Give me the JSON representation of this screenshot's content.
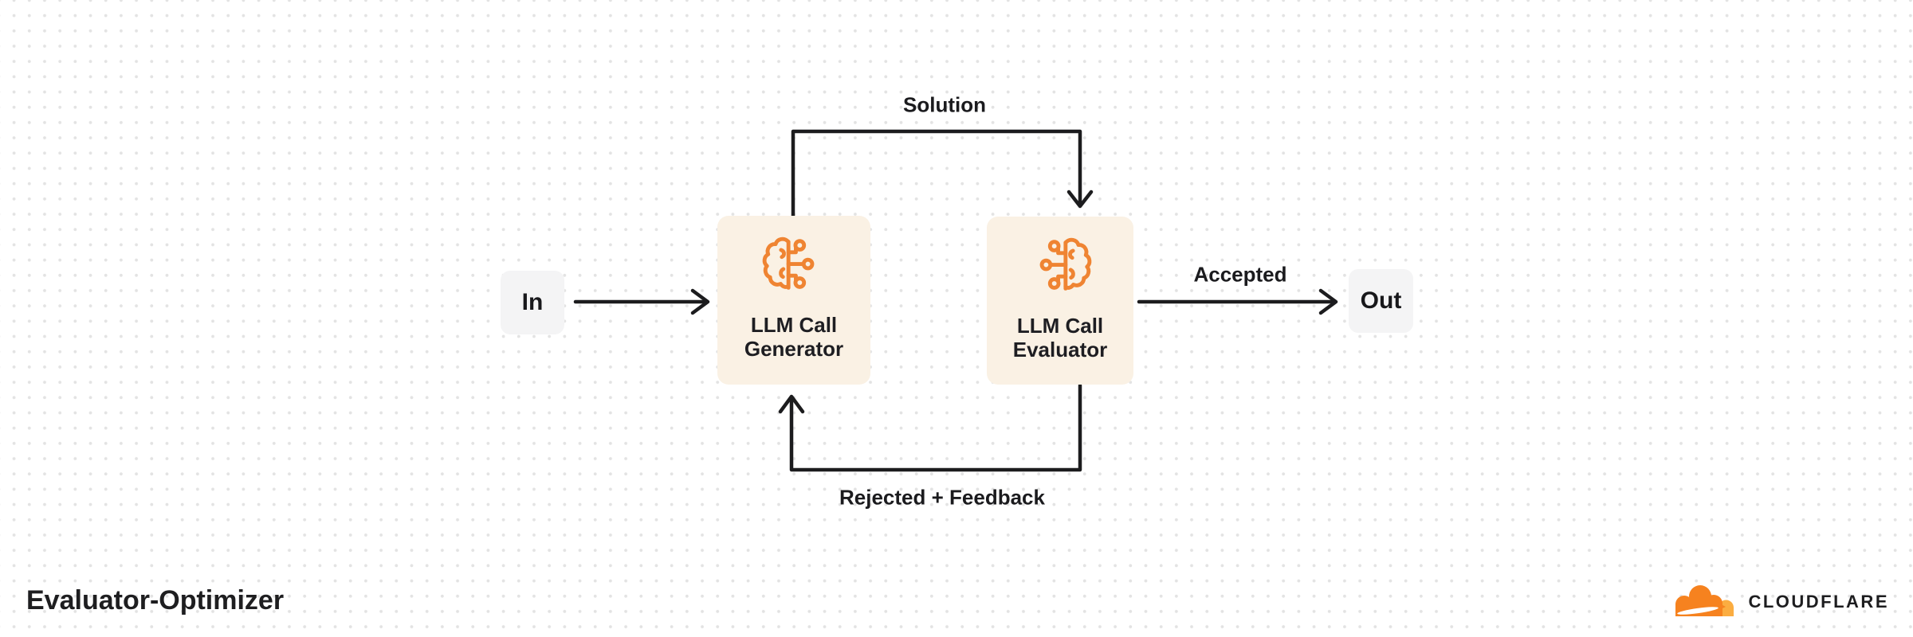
{
  "diagram": {
    "title": "Evaluator-Optimizer",
    "nodes": {
      "input": {
        "label": "In"
      },
      "generator": {
        "line1": "LLM Call",
        "line2": "Generator",
        "icon": "brain-circuit-icon"
      },
      "evaluator": {
        "line1": "LLM Call",
        "line2": "Evaluator",
        "icon": "brain-circuit-icon-mirrored"
      },
      "output": {
        "label": "Out"
      }
    },
    "edges": {
      "in_to_generator": {
        "label": ""
      },
      "generator_to_evaluator": {
        "label": "Solution"
      },
      "evaluator_to_generator": {
        "label": "Rejected + Feedback"
      },
      "evaluator_to_out": {
        "label": "Accepted"
      }
    }
  },
  "brand": {
    "name": "CLOUDFLARE",
    "logo": "cloudflare-cloud-logo"
  },
  "colors": {
    "background": "#FFFFFF",
    "dot_grid": "#E3E3E3",
    "io_box_fill": "#F4F4F5",
    "llm_box_fill": "#FAF1E4",
    "icon_orange": "#EF8432",
    "cloudflare_orange": "#F6821F",
    "cloudflare_light_orange": "#FBAD41",
    "text_dark": "#1B1B1E",
    "arrow": "#1C1C1E"
  }
}
